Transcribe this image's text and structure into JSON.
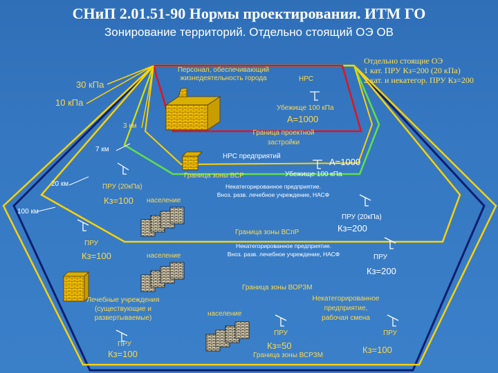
{
  "header": {
    "title": "СНиП 2.01.51-90 Нормы проектирования. ИТМ ГО",
    "subtitle": "Зонирование территорий. Отдельно стоящий ОЭ ОВ"
  },
  "legend_top_right": {
    "line1": "Отдельно стоящие ОЭ",
    "line2": "1 кат. ПРУ Кз=200 (20 кПа)",
    "line3": "2 кат. и некатегор. ПРУ Кз=200"
  },
  "pressure_labels": {
    "p30": "30 кПа",
    "p10": "10 кПа"
  },
  "distance_labels": {
    "km3": "3 км",
    "km7": "7 км",
    "km20": "20 км",
    "km100": "100 км"
  },
  "inner_zone": {
    "staff_line1": "Персонал, обеспечивающий",
    "staff_line2": "жизнедеятельность города",
    "nrs": "НРС",
    "shelter": "Убежище 100 кПа",
    "a1000": "А=1000"
  },
  "project_zone": {
    "boundary_line1": "Граница проектной",
    "boundary_line2": "застройки",
    "nrs_enterprises": "НРС предприятий",
    "a1000": "А=1000",
    "shelter": "Убежище 100 кПа",
    "vsr_boundary": "Граница зоны ВСР"
  },
  "zone_vsr": {
    "pru": "ПРУ (20кПа)",
    "kz": "Кз=100",
    "population": "население",
    "uncat_line1": "Некатегорированное предприятие.",
    "uncat_line2": "Вноз. разв. лечебное учреждение, НАСФ",
    "pru_right": "ПРУ (20кПа)",
    "kz_right": "Кз=200"
  },
  "zone_vspr": {
    "boundary": "Граница зоны ВСпР",
    "pru": "ПРУ",
    "kz": "Кз=100",
    "population": "население",
    "uncat_line1": "Некатегорированное предприятие.",
    "uncat_line2": "Вноз. разв. лечебное учреждение, НАСФ",
    "pru_right": "ПРУ",
    "kz_right": "Кз=200"
  },
  "zone_vorzm": {
    "boundary": "Граница зоны ВОРЗМ",
    "medical_line1": "Лечебные учреждения",
    "medical_line2": "(существующие и",
    "medical_line3": "развертываемые)",
    "population": "население",
    "uncat_line1": "Некатегорированное",
    "uncat_line2": "предприятие,",
    "uncat_line3": "рабочая смена",
    "pru_left": "ПРУ",
    "kz_left": "Кз=100",
    "pru_mid": "ПРУ",
    "kz_mid": "Кз=50",
    "vsrzm": "Граница зоны ВСРЗМ",
    "pru_right": "ПРУ",
    "kz_right": "Кз=100"
  },
  "colors": {
    "background": "#3578c1",
    "red_zone": "#e0141e",
    "yellow_zone": "#ffd200",
    "green_zone": "#62e04a",
    "navy_zone": "#0b1f6e",
    "text_yellow": "#ffd94a",
    "building": "#f2c200"
  }
}
